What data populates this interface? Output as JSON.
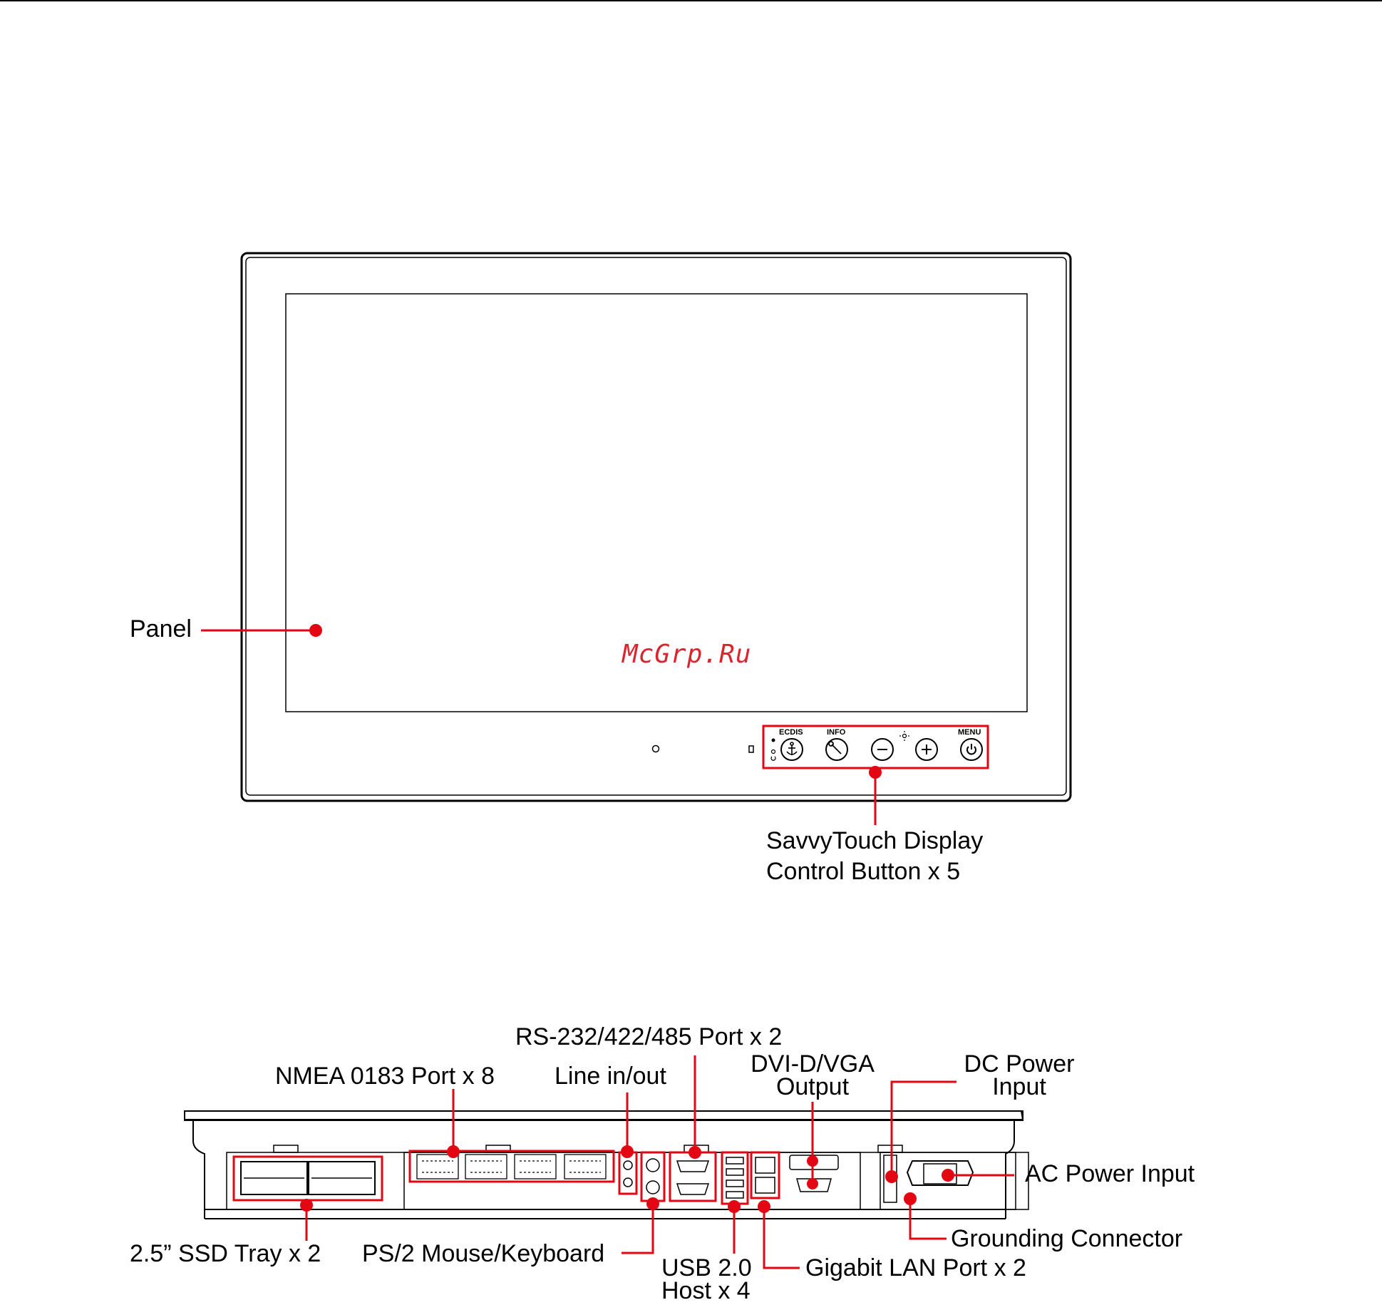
{
  "colors": {
    "accent": "#e30613",
    "line": "#000000",
    "watermark": "#d9262e"
  },
  "front_view": {
    "callouts": {
      "panel": "Panel",
      "control_buttons": "SavvyTouch Display\nControl Button x 5"
    },
    "button_labels": {
      "ecdis": "ECDIS",
      "info": "INFO",
      "menu": "MENU"
    },
    "icons": [
      "anchor-icon",
      "wrench-icon",
      "minus-icon",
      "plus-icon",
      "power-icon",
      "brightness-icon",
      "day-night-icon"
    ]
  },
  "rear_view": {
    "callouts": {
      "rs232": "RS-232/422/485 Port x 2",
      "nmea": "NMEA 0183 Port x 8",
      "line_io": "Line in/out",
      "dvi": "DVI-D/VGA\nOutput",
      "dc_power": "DC Power\nInput",
      "ac_power": "AC Power Input",
      "grounding": "Grounding Connector",
      "ssd": "2.5” SSD Tray x 2",
      "ps2": "PS/2 Mouse/Keyboard",
      "usb": "USB 2.0\nHost x 4",
      "lan": "Gigabit LAN Port  x 2"
    }
  },
  "watermark": "McGrp.Ru"
}
